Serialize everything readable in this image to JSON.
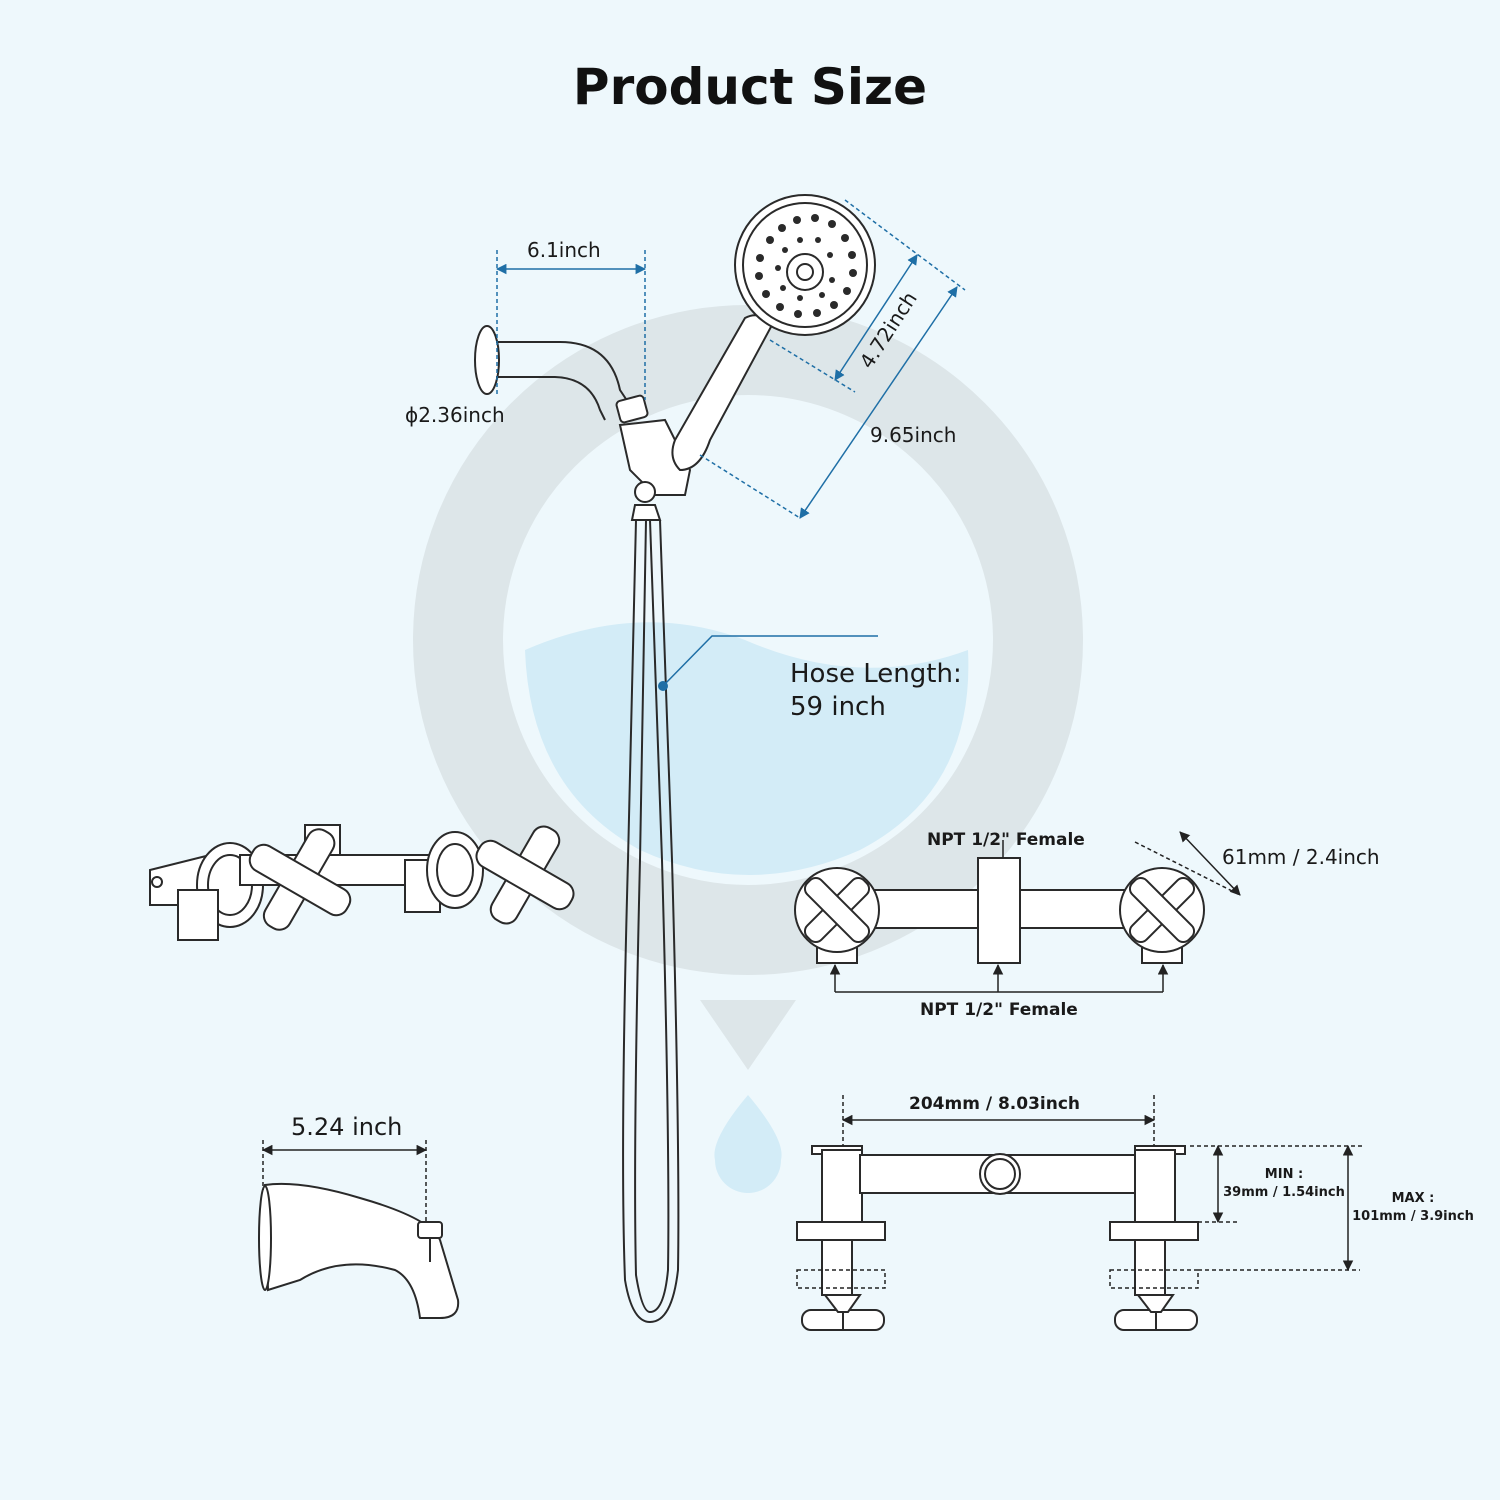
{
  "title": "Product Size",
  "labels": {
    "arm_length": "6.1inch",
    "flange_diameter": "ϕ2.36inch",
    "head_diameter": "4.72inch",
    "handle_length": "9.65inch",
    "hose_length_line1": "Hose Length:",
    "hose_length_line2": "59 inch",
    "npt_top": "NPT 1/2\" Female",
    "npt_bottom": "NPT 1/2\" Female",
    "handle_size": "61mm / 2.4inch",
    "spout_length": "5.24 inch",
    "valve_width": "204mm / 8.03inch",
    "min_label": "MIN :",
    "min_value": "39mm / 1.54inch",
    "max_label": "MAX :",
    "max_value": "101mm / 3.9inch"
  },
  "colors": {
    "background": "#eef8fc",
    "dimension_line": "#1f6fa6",
    "watermark_ring": "#dde6e9",
    "watermark_water": "#d3ecf7",
    "outline": "#2a2a2a"
  }
}
